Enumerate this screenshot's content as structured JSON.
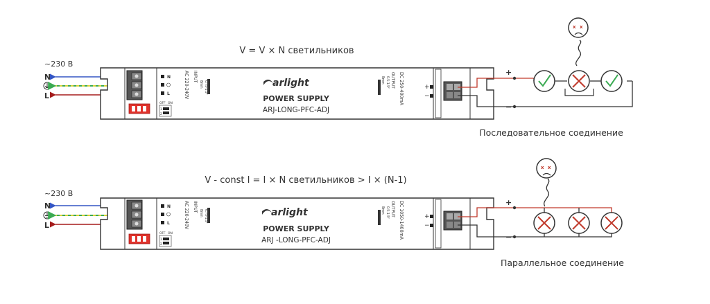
{
  "colors": {
    "neutral": "#3355c4",
    "earth_yellow": "#d8d23a",
    "earth_green": "#3aaa52",
    "live": "#a51c1c",
    "positive": "#c0392b",
    "ok": "#3aaa52",
    "fail": "#c0392b"
  },
  "top": {
    "formula": "V = V × N светильников",
    "mains_label": "~230 В",
    "wire_n": "N",
    "wire_l": "L",
    "term_n": "N",
    "term_l": "L",
    "ac_label": "AC 220-240V",
    "input_label": "INPUT",
    "wire_gauge_in": "8mm",
    "wire_gauge_in2": "0.75-1.5²",
    "dip_off": "OFF",
    "dip_on": "ON",
    "dip_1": "1",
    "dip_2": "2",
    "brand": "arlight",
    "title": "POWER SUPPLY",
    "model": "ARJ-LONG-PFC-ADJ",
    "output_label": "OUTPUT",
    "dc_label": "DC 250-400mA",
    "wire_gauge_out": "8mm",
    "wire_gauge_out2": "0.5-1.5²",
    "plus": "+",
    "minus": "−",
    "plus_out": "+",
    "minus_out": "−",
    "caption": "Последовательное соединение"
  },
  "bottom": {
    "formula": "V - const  I = I × N светильников > I × (N-1)",
    "mains_label": "~230 В",
    "wire_n": "N",
    "wire_l": "L",
    "term_n": "N",
    "term_l": "L",
    "ac_label": "AC 220-240V",
    "input_label": "INPUT",
    "wire_gauge_in": "8mm",
    "wire_gauge_in2": "0.75-1.5²",
    "dip_off": "OFF",
    "dip_on": "ON",
    "dip_1": "1",
    "dip_2": "2",
    "brand": "arlight",
    "title": "POWER SUPPLY",
    "model": "ARJ -LONG-PFC-ADJ",
    "output_label": "OUTPUT",
    "dc_label": "DC 1050-1400mA",
    "wire_gauge_out": "8mm",
    "wire_gauge_out2": "0.5-1.5²",
    "plus": "+",
    "minus": "−",
    "plus_out": "+",
    "minus_out": "−",
    "caption": "Параллельное соединение"
  }
}
